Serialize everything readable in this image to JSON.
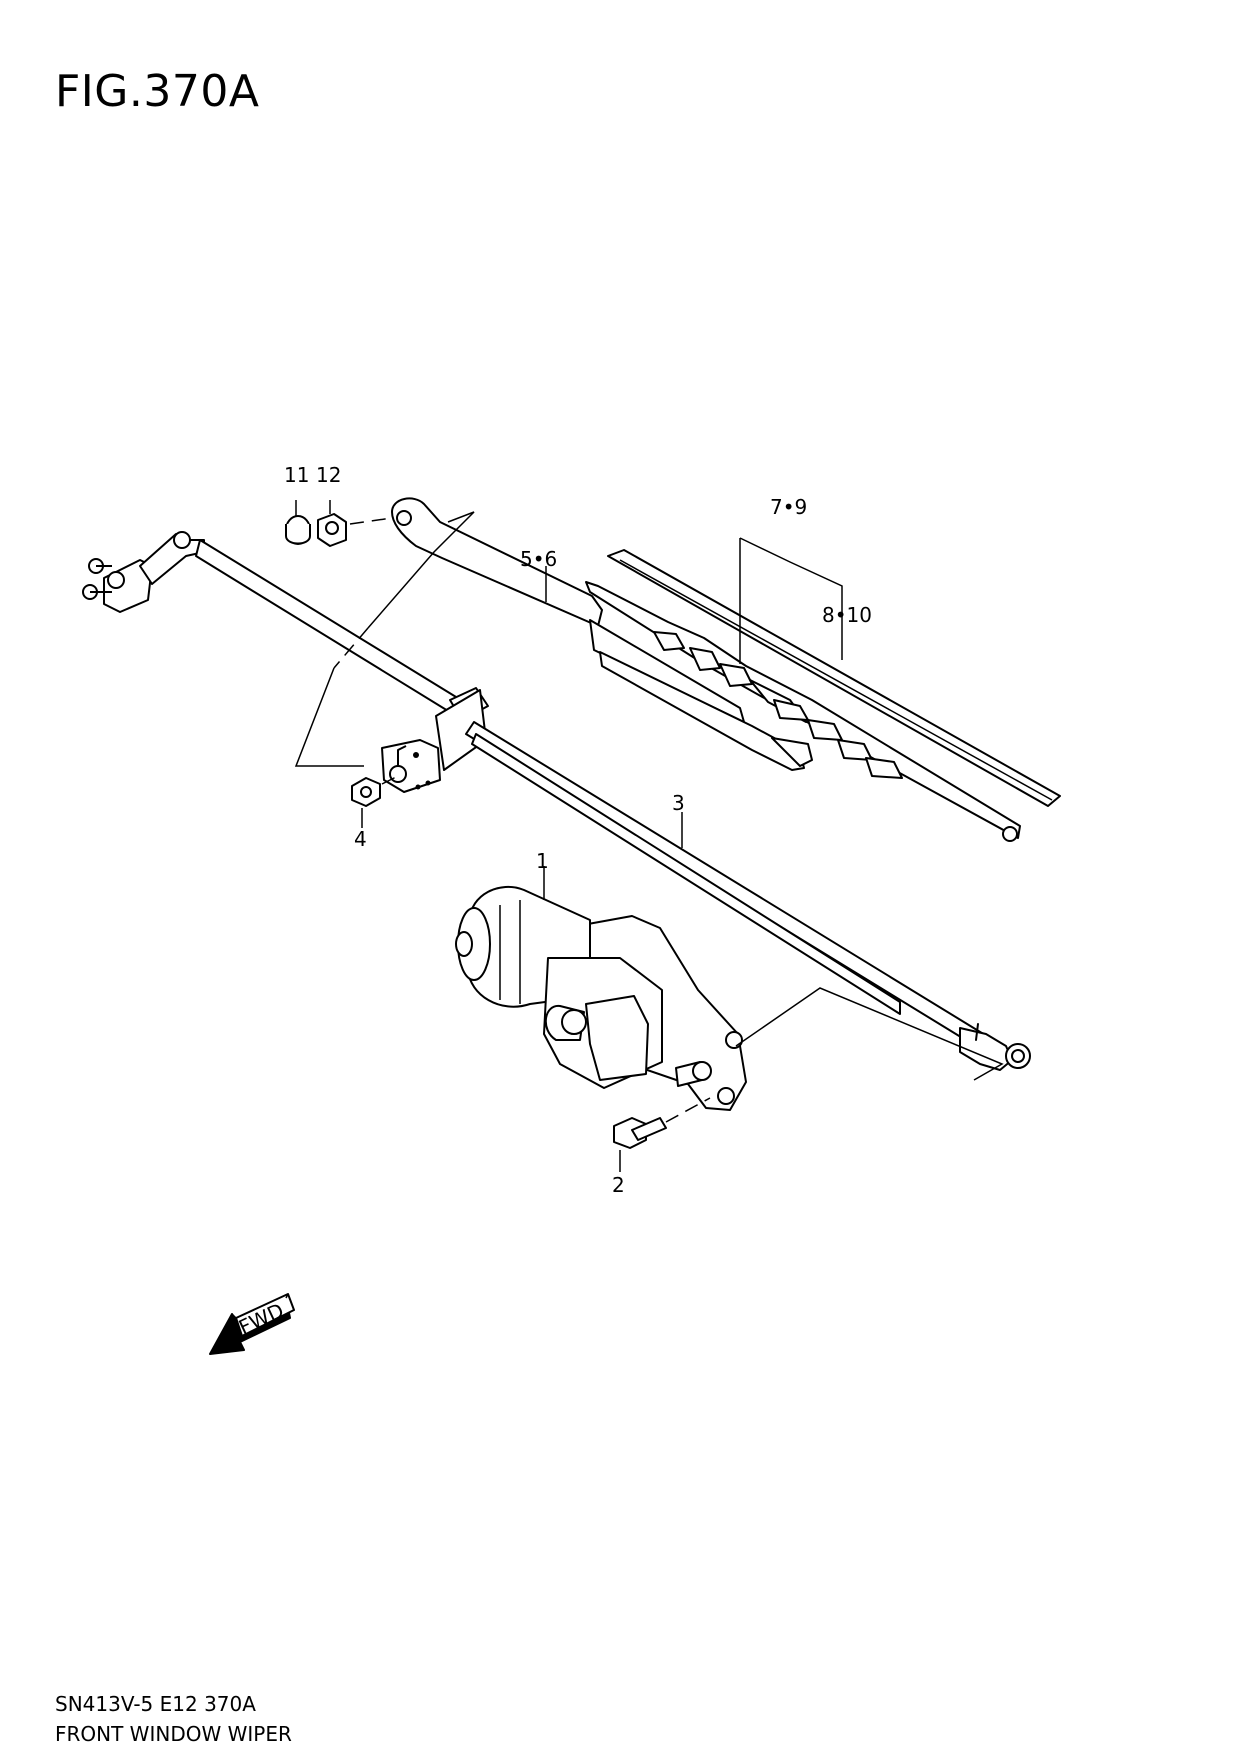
{
  "figure": {
    "title": "FIG.370A"
  },
  "callouts": {
    "p1": "1",
    "p2": "2",
    "p3": "3",
    "p4": "4",
    "p5_6": "5•6",
    "p7_9": "7•9",
    "p8_10": "8•10",
    "p11": "11",
    "p12": "12"
  },
  "fwd_arrow": {
    "label": "FWD"
  },
  "footer": {
    "code": "SN413V-5 E12 370A",
    "name": "FRONT WINDOW WIPER"
  }
}
